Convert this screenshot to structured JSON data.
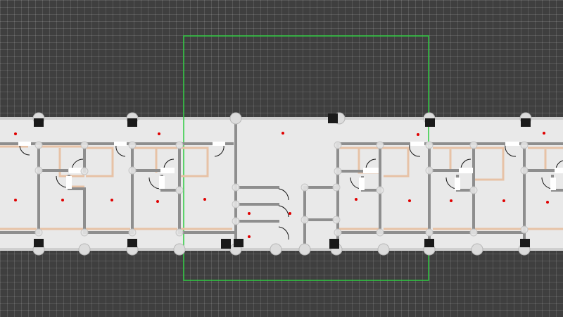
{
  "app": {
    "title": "",
    "view": "floor-plan-editor"
  },
  "colors": {
    "background": "#3f3f3f",
    "floor": "#e9e9e9",
    "wall": "#8e8e8e",
    "wall_alt": "#6f6f6f",
    "room_outline": "#e7c2a6",
    "selection": "#2ecc40",
    "marker": "#e00000",
    "node": "#dcdcdc",
    "anchor": "#1a1a1a",
    "door": "#111111"
  },
  "selection": {
    "label": "",
    "active": true
  },
  "legend": {
    "red-dot": "room-centroid-marker",
    "grey-circle": "wall-node-handle",
    "black-square": "column-anchor",
    "arc": "door-swing"
  }
}
